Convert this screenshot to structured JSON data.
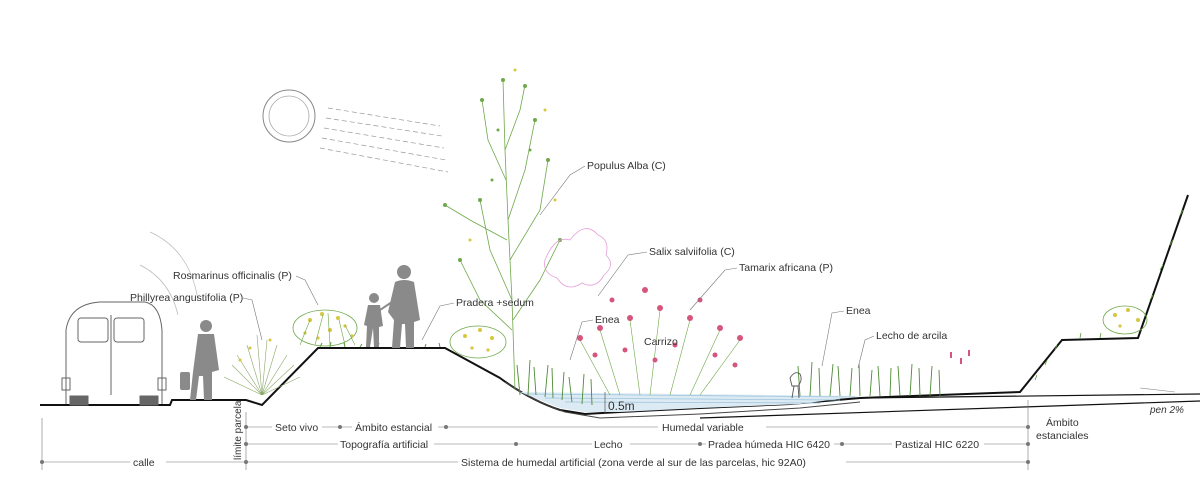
{
  "colors": {
    "ground": "#111111",
    "water": "#9ec4dc",
    "vegetation_green": "#6fa84a",
    "vegetation_yellow": "#d6c640",
    "flower_pink": "#d6557c",
    "salix_pink": "#e6a0d8",
    "figure_gray": "#8a8a8a",
    "label_text": "#333333"
  },
  "icons": [
    "sun-icon",
    "van-icon",
    "person-walking-icon",
    "family-icon",
    "heron-icon"
  ],
  "plant_labels": {
    "populus": "Populus Alba (C)",
    "salix": "Salix salviifolia (C)",
    "tamarix": "Tamarix africana (P)",
    "rosmarinus": "Rosmarinus officinalis (P)",
    "phillyrea": "Phillyrea angustifolia (P)",
    "pradera": "Pradera +sedum",
    "enea_left": "Enea",
    "carrizo": "Carrizo",
    "enea_right": "Enea",
    "lecho_arcilla": "Lecho de arcila"
  },
  "depth_label": "0.5m",
  "slope_label": "pen 2%",
  "zones": {
    "limite": "límite parcela",
    "seto": "Seto vivo",
    "ambito_estancial": "Ámbito estancial",
    "humedal_variable": "Humedal variable",
    "ambito_estanciales": "Ámbito estanciales",
    "topografia": "Topografía artificial",
    "lecho": "Lecho",
    "pradea": "Pradea húmeda HIC 6420",
    "pastizal": "Pastizal HIC 6220",
    "calle": "calle",
    "sistema": "Sistema de humedal artificial (zona verde al sur de las parcelas, hic 92A0)"
  }
}
